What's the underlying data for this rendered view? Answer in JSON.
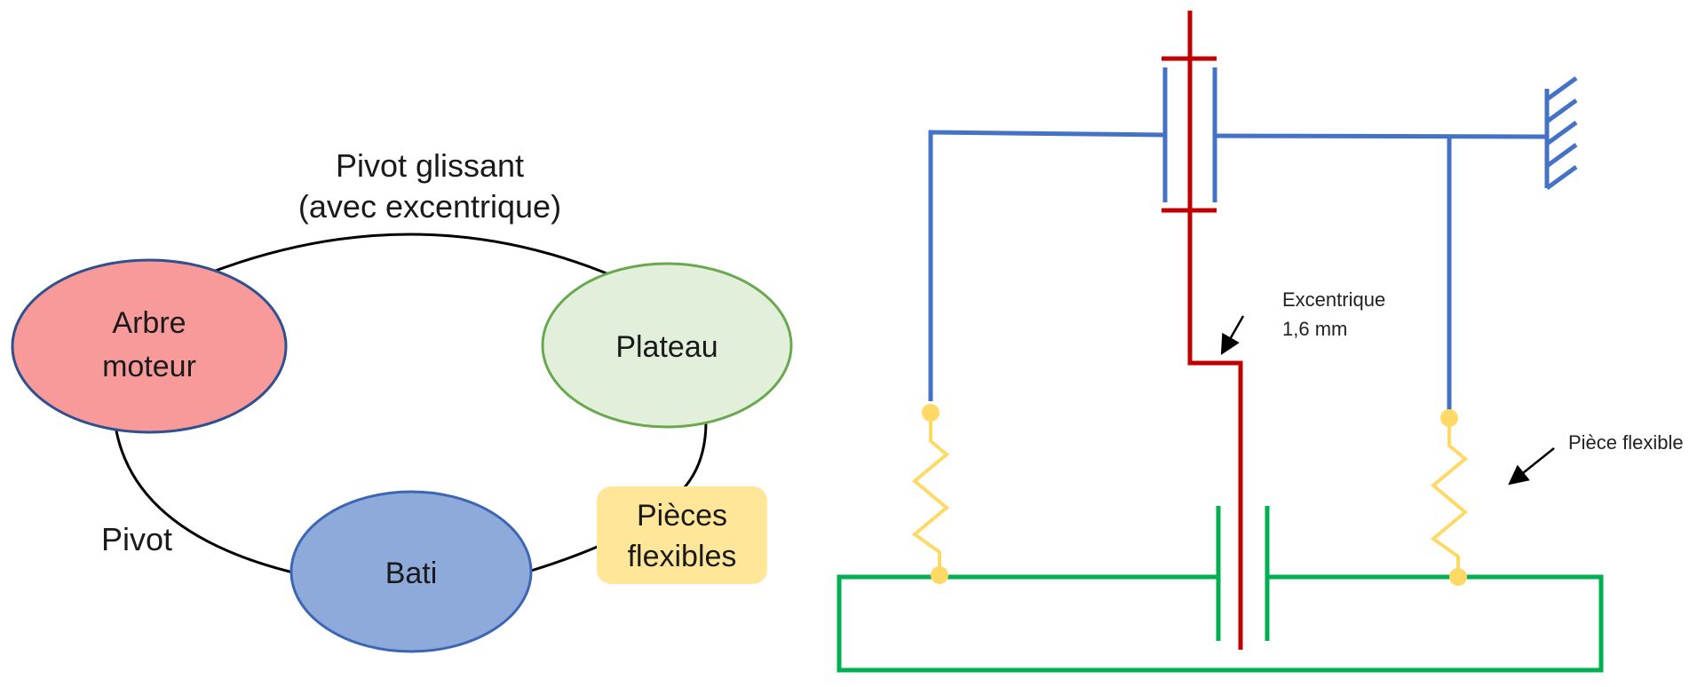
{
  "graph": {
    "edges": {
      "top": [
        "Pivot glissant",
        "(avec excentrique)"
      ],
      "left": "Pivot"
    },
    "nodes": {
      "arbre": [
        "Arbre",
        "moteur"
      ],
      "plateau": "Plateau",
      "bati": "Bati",
      "flex": [
        "Pièces",
        "flexibles"
      ]
    },
    "colors": {
      "arbre_fill": "#f79a99",
      "arbre_stroke": "#2f4f8f",
      "plateau_fill": "#e2efda",
      "plateau_stroke": "#6aa84f",
      "bati_fill": "#8eaadb",
      "bati_stroke": "#3c66b4",
      "flex_fill": "#ffe699"
    }
  },
  "schematic": {
    "annotations": {
      "excentrique": [
        "Excentrique",
        "1,6 mm"
      ],
      "piece_flexible": "Pièce flexible"
    },
    "colors": {
      "plateau": "#4472c4",
      "arbre": "#c00000",
      "bati": "#00b050",
      "ressort": "#ffd966"
    }
  }
}
